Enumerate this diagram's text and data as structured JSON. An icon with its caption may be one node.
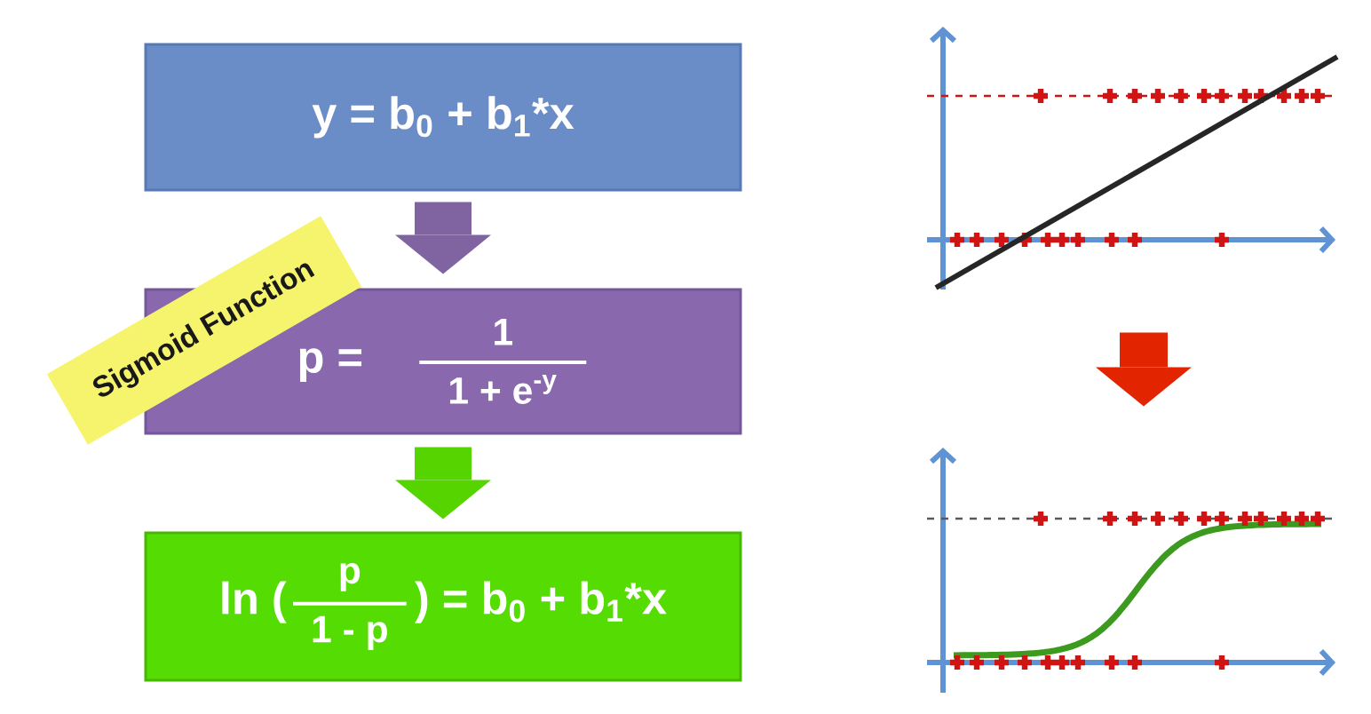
{
  "diagram": {
    "nodes": [
      {
        "text": [
          "y = b$_{0}$ + b$_{1}$*x"
        ]
      },
      {
        "text": [
          "Sigmoid Function"
        ]
      },
      {
        "text": [
          "p =",
          "1",
          "1 + e$^{-y}$"
        ]
      },
      {
        "text": [
          "ln (",
          "p",
          "1 - p",
          ") = b$_{0}$ + b$_{1}$*x"
        ]
      },
      {
        "text": [],
        "shape": "picture"
      },
      {
        "text": [],
        "shape": "picture"
      }
    ],
    "edges": [
      {
        "from": 0,
        "to": 2,
        "arrow": "to",
        "color": "#8064a2"
      },
      {
        "from": 2,
        "to": 3,
        "arrow": "to",
        "color": "#55d400"
      },
      {
        "from": 4,
        "to": 5,
        "arrow": "to",
        "color": "#e32400"
      }
    ]
  }
}
